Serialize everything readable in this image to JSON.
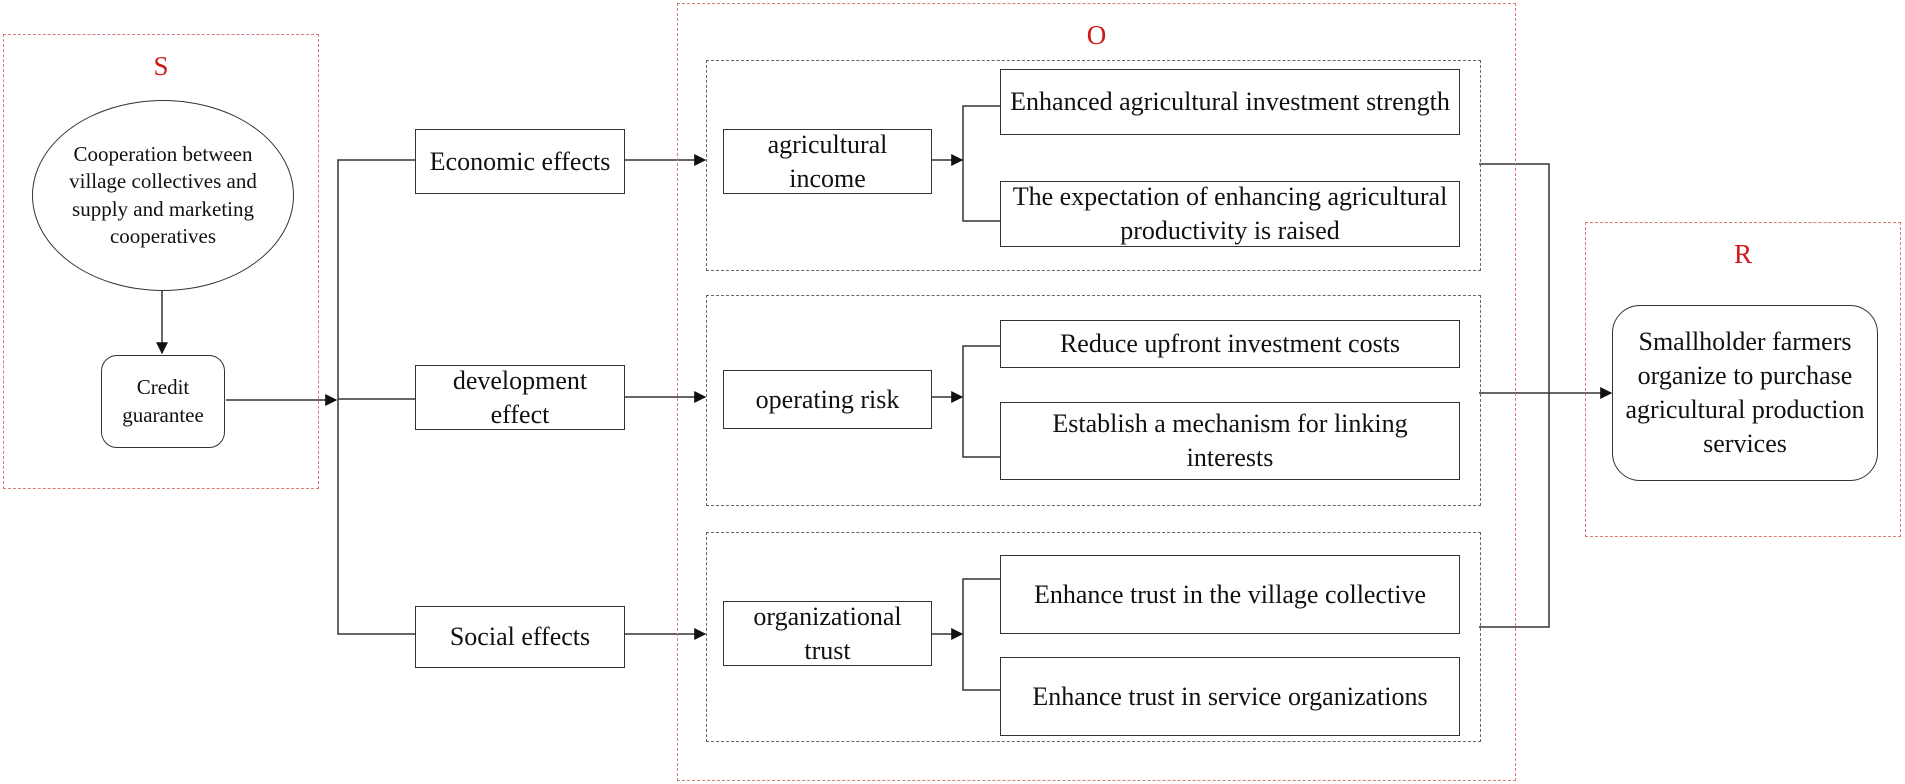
{
  "frames": {
    "s_title": "S",
    "o_title": "O",
    "r_title": "R"
  },
  "nodes": {
    "cooperation": "Cooperation between village collectives and supply and marketing cooperatives",
    "credit": "Credit guarantee",
    "economic": "Economic effects",
    "development": "development effect",
    "social": "Social effects",
    "income": "agricultural income",
    "risk": "operating risk",
    "trust": "organizational trust",
    "investment_strength": "Enhanced agricultural investment strength",
    "productivity": "The expectation of enhancing agricultural productivity is raised",
    "upfront": "Reduce upfront investment costs",
    "linking": "Establish a mechanism for linking interests",
    "trust_village": "Enhance trust in the village collective",
    "trust_service": "Enhance trust in service organizations",
    "smallholder": "Smallholder farmers organize to purchase agricultural production services"
  },
  "colors": {
    "frame_border": "#d97a7a",
    "frame_title": "#d01818",
    "group_border": "#666666",
    "line": "#333333"
  }
}
